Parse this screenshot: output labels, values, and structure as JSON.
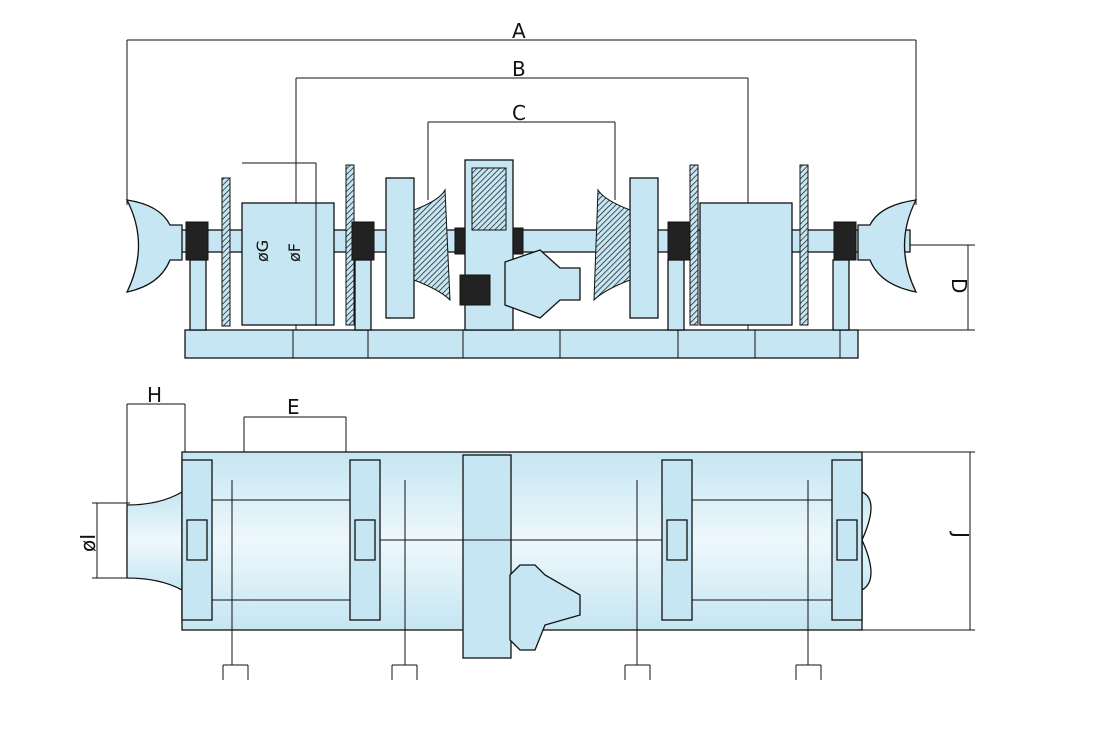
{
  "title": "Double drum anchor windlass / mooring winch general arrangement",
  "dimensions": {
    "A": "A",
    "B": "B",
    "C": "C",
    "D": "D",
    "E": "E",
    "H": "H",
    "J": "J",
    "G": "øG",
    "F": "øF",
    "I": "øI"
  },
  "colors": {
    "fill": "#c5e6f2",
    "line": "#111111"
  }
}
